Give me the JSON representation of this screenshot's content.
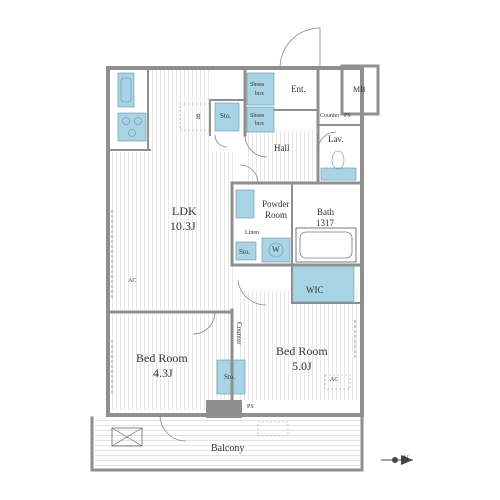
{
  "rooms": {
    "ldk": {
      "name": "LDK",
      "size": "10.3J"
    },
    "bedroom1": {
      "name": "Bed Room",
      "size": "4.3J"
    },
    "bedroom2": {
      "name": "Bed Room",
      "size": "5.0J"
    },
    "powder_room": {
      "line1": "Powder",
      "line2": "Room"
    },
    "bath": {
      "name": "Bath",
      "size": "1317"
    },
    "lav": "Lav.",
    "hall": "Hall",
    "ent": "Ent.",
    "wic": "WIC",
    "mb": "MB",
    "balcony": "Balcony"
  },
  "fixtures": {
    "shoes_box_1": {
      "line1": "Shoes",
      "line2": "box"
    },
    "shoes_box_2": {
      "line1": "Shoes",
      "line2": "box"
    },
    "sto_1": "Sto.",
    "sto_2": "Sto.",
    "sto_3": "Sto.",
    "counter_1": "Counter",
    "counter_2": "Counter",
    "ps_1": "PS",
    "ps_2": "PS",
    "refrigerator": "R",
    "washer": "W",
    "linen": "Linen",
    "ac_1": "AC",
    "ac_2": "AC"
  },
  "compass": {
    "label": "N"
  },
  "colors": {
    "accent": "#a8d4e6",
    "wall": "#8f8f8f",
    "floor_line": "#d6d6d6",
    "text": "#333333"
  }
}
